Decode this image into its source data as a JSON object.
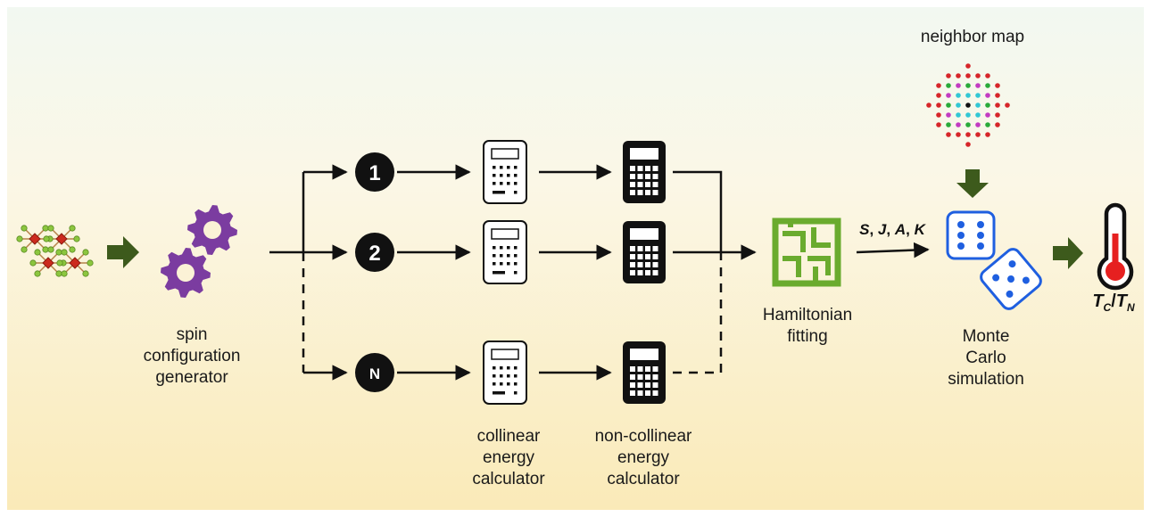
{
  "labels": {
    "spin_generator": [
      "spin",
      "configuration",
      "generator"
    ],
    "collinear_calc": [
      "collinear",
      "energy",
      "calculator"
    ],
    "noncollinear_calc": [
      "non-collinear",
      "energy",
      "calculator"
    ],
    "hamiltonian": [
      "Hamiltonian",
      "fitting"
    ],
    "monte_carlo": [
      "Monte",
      "Carlo",
      "simulation"
    ],
    "neighbor_map": "neighbor map",
    "params": {
      "S": "S",
      "J": "J",
      "A": "A",
      "K": "K",
      "sep": ", "
    },
    "temp": {
      "T1": "T",
      "sub1": "C",
      "slash": "/",
      "T2": "T",
      "sub2": "N"
    }
  },
  "branches": [
    {
      "badge": "1"
    },
    {
      "badge": "2"
    },
    {
      "badge": "N"
    }
  ],
  "colors": {
    "background_top": "#f2f8f1",
    "background_bottom": "#faeab8",
    "badge": "#111111",
    "gear": "#7b3ca0",
    "maze": "#6aab2e",
    "dice": "#1f5fe0",
    "thermometer_fill": "#e62020",
    "arrow_block": "#3d5a1c",
    "lattice_atom": "#cc2a1e",
    "lattice_ligand": "#8cc63f"
  },
  "icons": {
    "structure": "crystal-lattice-icon",
    "generator": "gears-icon",
    "collinear": "calculator-outline-icon",
    "noncollinear": "calculator-solid-icon",
    "fitting": "maze-icon",
    "simulation": "dice-icon",
    "result": "thermometer-icon",
    "neighbors": "neighbor-map-icon"
  }
}
